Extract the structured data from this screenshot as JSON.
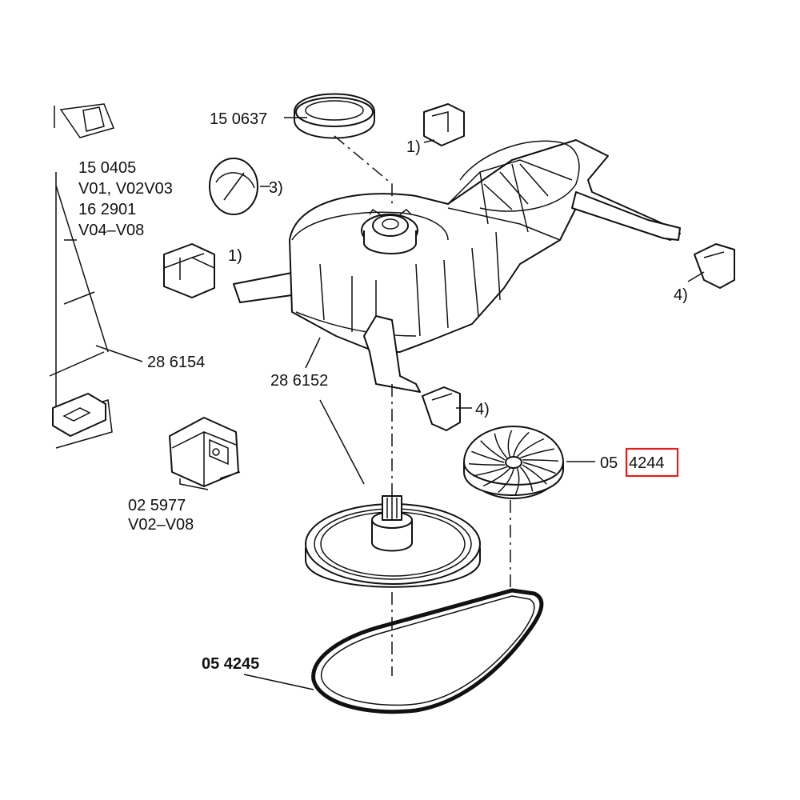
{
  "labels": {
    "p150637": "15 0637",
    "p150405": "15 0405",
    "v01v02v03": "V01, V02V03",
    "p162901": "16 2901",
    "v04v08_a": "V04–V08",
    "p286154": "28 6154",
    "p286152": "28 6152",
    "p025977": "02 5977",
    "v02v08": "V02–V08",
    "p054244_prefix": "05",
    "p054244_suffix": "4244",
    "p054245": "05 4245",
    "note1_a": "1)",
    "note1_b": "1)",
    "note3": "3)",
    "note4_a": "4)",
    "note4_b": "4)"
  },
  "highlight": {
    "target": "4244",
    "color": "#e02020"
  }
}
